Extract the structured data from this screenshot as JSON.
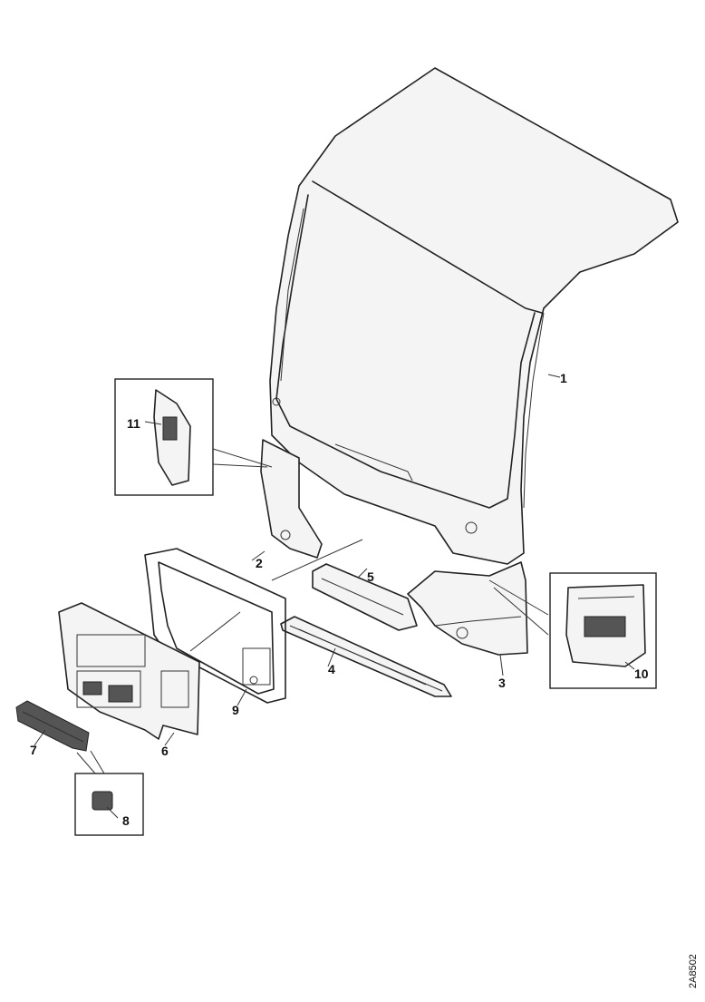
{
  "callouts": {
    "c1": "1",
    "c2": "2",
    "c3": "3",
    "c4": "4",
    "c5": "5",
    "c6": "6",
    "c7": "7",
    "c8": "8",
    "c9": "9",
    "c10": "10",
    "c11": "11"
  },
  "reference_code": "2A8502"
}
